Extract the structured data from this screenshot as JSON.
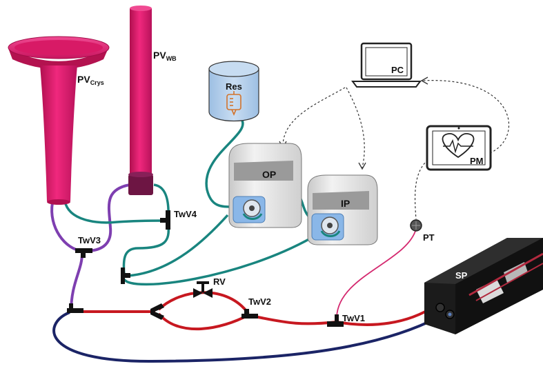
{
  "labels": {
    "pv_crys_main": "PV",
    "pv_crys_sub": "Crys",
    "pv_wb_main": "PV",
    "pv_wb_sub": "WB",
    "res": "Res",
    "pc": "PC",
    "pm": "PM",
    "op": "OP",
    "ip": "IP",
    "pt": "PT",
    "sp": "SP",
    "rv": "RV",
    "twv1": "TwV1",
    "twv2": "TwV2",
    "twv3": "TwV3",
    "twv4": "TwV4"
  },
  "colors": {
    "vessel_pink": "#e8176f",
    "vessel_dark": "#6d1543",
    "tube_teal": "#19857f",
    "tube_purple": "#7e3fb0",
    "tube_red": "#c71820",
    "tube_navy": "#1b2466",
    "tube_pink": "#d4296f",
    "reservoir_blue": "#b9d3ec",
    "reservoir_symbol": "#d2732c",
    "pump_grey": "#e4e4e4",
    "pump_label_bg": "#9a9a9a",
    "pump_head_blue": "#8ab7e8",
    "sp_black": "#1b1b1b",
    "sp_stripe": "#b22a3f"
  },
  "icons": {
    "pc": "laptop-icon",
    "pm": "patient-monitor-heart-icon",
    "res": "iv-bag-icon",
    "rv": "valve-icon",
    "pt": "pressure-transducer-icon"
  }
}
